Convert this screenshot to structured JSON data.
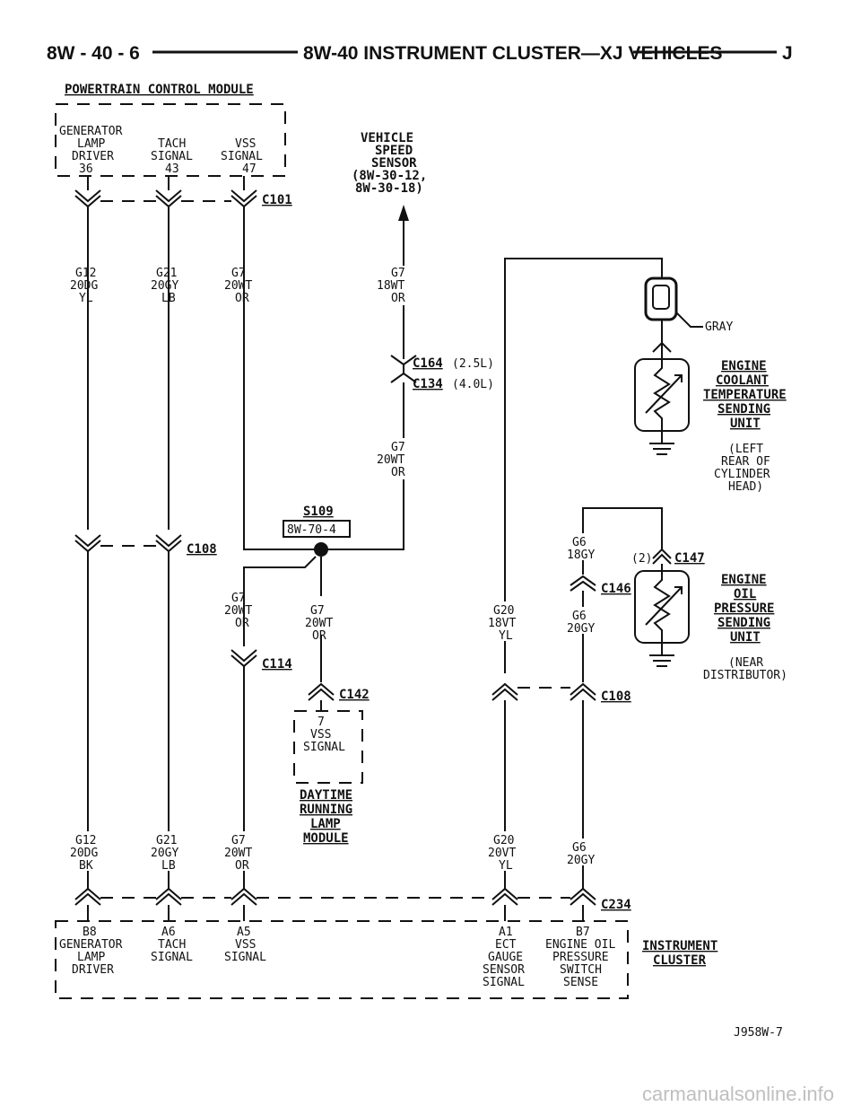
{
  "header": {
    "page_number": "8W - 40 - 6",
    "title": "8W-40 INSTRUMENT CLUSTER—XJ VEHICLES",
    "letter": "J"
  },
  "pcm": {
    "title": "POWERTRAIN CONTROL MODULE",
    "pins": [
      {
        "l1": "GENERATOR",
        "l2": "LAMP",
        "l3": "DRIVER",
        "pin": "36"
      },
      {
        "l1": "",
        "l2": "TACH",
        "l3": "SIGNAL",
        "pin": "43"
      },
      {
        "l1": "",
        "l2": "VSS",
        "l3": "SIGNAL",
        "pin": "47"
      }
    ],
    "connector": "C101"
  },
  "vss": {
    "l1": "VEHICLE",
    "l2": "SPEED",
    "l3": "SENSOR",
    "l4": "(8W-30-12,",
    "l5": "8W-30-18)"
  },
  "wires_top": [
    {
      "c": "G12",
      "g": "20DG",
      "col": "YL"
    },
    {
      "c": "G21",
      "g": "20GY",
      "col": "LB"
    },
    {
      "c": "G7",
      "g": "20WT",
      "col": "OR"
    },
    {
      "c": "G7",
      "g": "18WT",
      "col": "OR"
    }
  ],
  "c164": {
    "name": "C164",
    "note": "(2.5L)"
  },
  "c134": {
    "name": "C134",
    "note": "(4.0L)"
  },
  "wire_mid": {
    "c": "G7",
    "g": "20WT",
    "col": "OR"
  },
  "s109": {
    "name": "S109",
    "ref": "8W-70-4"
  },
  "c108": "C108",
  "wire_left_a": {
    "c": "G7",
    "g": "20WT",
    "col": "OR"
  },
  "wire_left_b": {
    "c": "G7",
    "g": "20WT",
    "col": "OR"
  },
  "c114": "C114",
  "c142": "C142",
  "drl": {
    "pin": "7",
    "l1": "VSS",
    "l2": "SIGNAL",
    "t1": "DAYTIME",
    "t2": "RUNNING",
    "t3": "LAMP",
    "t4": "MODULE"
  },
  "gray": "GRAY",
  "coolant": {
    "t1": "ENGINE",
    "t2": "COOLANT",
    "t3": "TEMPERATURE",
    "t4": "SENDING",
    "t5": "UNIT",
    "n1": "(LEFT",
    "n2": "REAR OF",
    "n3": "CYLINDER",
    "n4": "HEAD)"
  },
  "oil": {
    "t1": "ENGINE",
    "t2": "OIL",
    "t3": "PRESSURE",
    "t4": "SENDING",
    "t5": "UNIT",
    "n1": "(NEAR",
    "n2": "DISTRIBUTOR)"
  },
  "c147": {
    "qty": "(2)",
    "name": "C147"
  },
  "c146": "C146",
  "wire_g6_top": {
    "c": "G6",
    "g": "18GY"
  },
  "wire_g6_mid": {
    "c": "G6",
    "g": "20GY"
  },
  "wire_g20_mid": {
    "c": "G20",
    "g": "18VT",
    "col": "YL"
  },
  "c108b": "C108",
  "wires_bottom": [
    {
      "c": "G12",
      "g": "20DG",
      "col": "BK"
    },
    {
      "c": "G21",
      "g": "20GY",
      "col": "LB"
    },
    {
      "c": "G7",
      "g": "20WT",
      "col": "OR"
    },
    {
      "c": "G20",
      "g": "20VT",
      "col": "YL"
    },
    {
      "c": "G6",
      "g": "20GY",
      "col": ""
    }
  ],
  "c234": "C234",
  "cluster": {
    "title1": "INSTRUMENT",
    "title2": "CLUSTER",
    "pins": [
      {
        "pin": "B8",
        "l1": "GENERATOR",
        "l2": "LAMP",
        "l3": "DRIVER",
        "l4": ""
      },
      {
        "pin": "A6",
        "l1": "TACH",
        "l2": "SIGNAL",
        "l3": "",
        "l4": ""
      },
      {
        "pin": "A5",
        "l1": "VSS",
        "l2": "SIGNAL",
        "l3": "",
        "l4": ""
      },
      {
        "pin": "A1",
        "l1": "ECT",
        "l2": "GAUGE",
        "l3": "SENSOR",
        "l4": "SIGNAL"
      },
      {
        "pin": "B7",
        "l1": "ENGINE OIL",
        "l2": "PRESSURE",
        "l3": "SWITCH",
        "l4": "SENSE"
      }
    ]
  },
  "figure_id": "J958W-7",
  "watermark": "carmanualsonline.info"
}
